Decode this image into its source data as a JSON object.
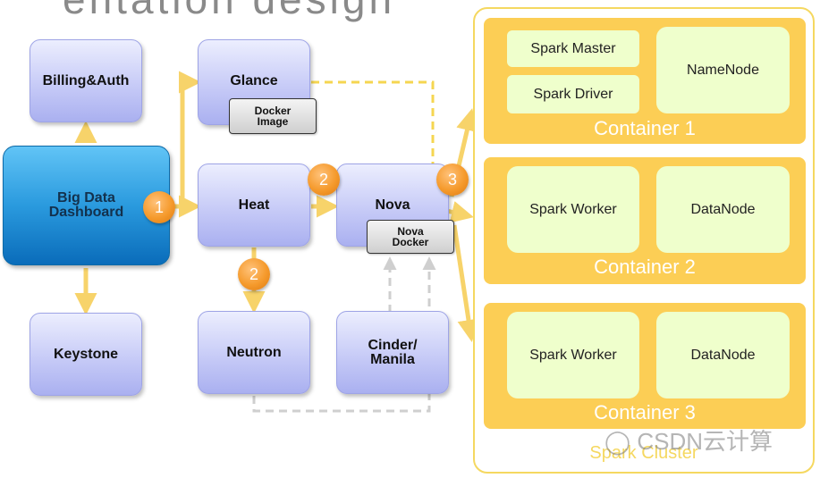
{
  "title_fragment": "entation design",
  "services": {
    "billing": "Billing&Auth",
    "dashboard": "Big Data\nDashboard",
    "keystone": "Keystone",
    "glance": "Glance",
    "heat": "Heat",
    "neutron": "Neutron",
    "nova": "Nova",
    "cinder": "Cinder/\nManila"
  },
  "tags": {
    "docker_image": "Docker\nImage",
    "nova_docker": "Nova\nDocker"
  },
  "badges": [
    "1",
    "2",
    "2",
    "3"
  ],
  "cluster": {
    "label": "Spark Cluster",
    "containers": [
      {
        "label": "Container 1",
        "left": [
          "Spark Master",
          "Spark Driver"
        ],
        "right": "NameNode"
      },
      {
        "label": "Container 2",
        "left": [
          "Spark Worker"
        ],
        "right": "DataNode"
      },
      {
        "label": "Container 3",
        "left": [
          "Spark Worker"
        ],
        "right": "DataNode"
      }
    ]
  },
  "watermark": "CSDN云计算",
  "colors": {
    "arrow": "#f7d36a",
    "dashed_yellow": "#f5d651",
    "dashed_gray": "#cfcfcf",
    "container": "#fcce55",
    "inner_box": "#efffcc",
    "badge": "#f59a2c",
    "service_box": "#c7cbf7",
    "dashboard": "#2a9ade"
  }
}
